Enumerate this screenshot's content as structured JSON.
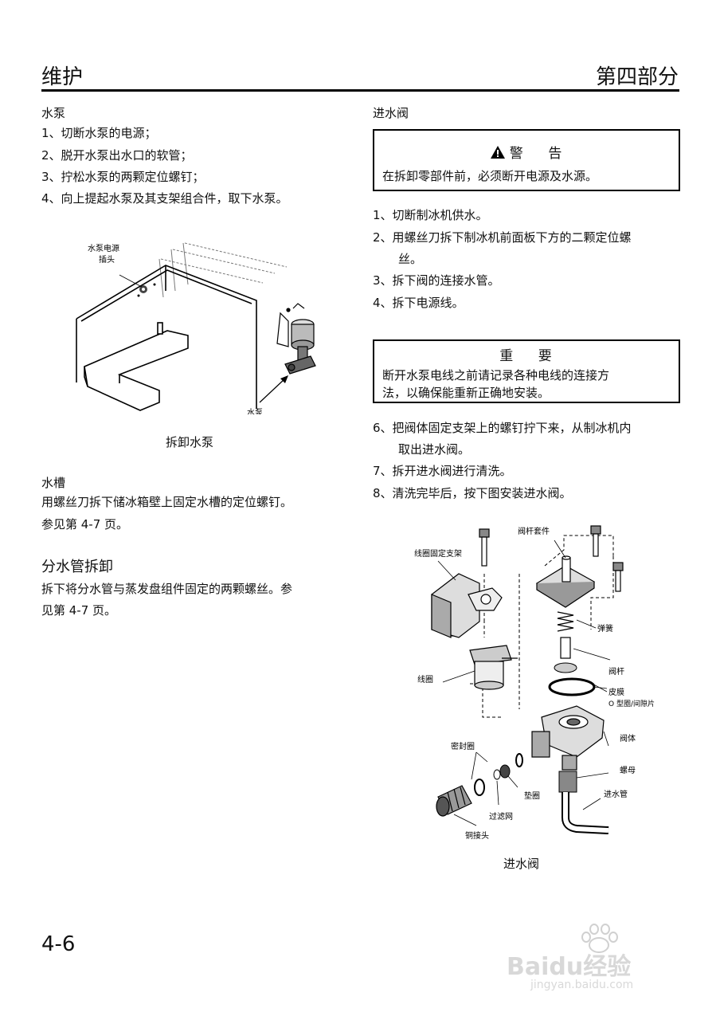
{
  "header": {
    "left_title": "维护",
    "right_title": "第四部分"
  },
  "left": {
    "pump_heading": "水泵",
    "pump_steps": [
      "1、切断水泵的电源；",
      "2、脱开水泵出水口的软管；",
      "3、拧松水泵的两颗定位螺钉；",
      "4、向上提起水泵及其支架组合件，取下水泵。"
    ],
    "pump_figure": {
      "label_socket_l1": "水泵电源",
      "label_socket_l2": "插头",
      "label_pump": "水泵",
      "caption": "拆卸水泵"
    },
    "trough_heading": "水槽",
    "trough_text_l1": "用螺丝刀拆下储冰箱壁上固定水槽的定位螺钉。",
    "trough_text_l2": "参见第 4-7 页。",
    "distributor_heading": "分水管拆卸",
    "distributor_text_l1": "拆下将分水管与蒸发盘组件固定的两颗螺丝。参",
    "distributor_text_l2": "见第 4-7 页。"
  },
  "right": {
    "valve_heading": "进水阀",
    "warning": {
      "icon": "warning-triangle-icon",
      "title": "警    告",
      "text": "在拆卸零部件前，必须断开电源及水源。"
    },
    "steps_a": [
      "1、切断制冰机供水。",
      "2、用螺丝刀拆下制冰机前面板下方的二颗定位螺",
      "丝。",
      "3、拆下阀的连接水管。",
      "4、拆下电源线。"
    ],
    "important": {
      "title": "重    要",
      "text_l1": "断开水泵电线之前请记录各种电线的连接方",
      "text_l2": "法，以确保能重新正确地安装。"
    },
    "steps_b": [
      "6、把阀体固定支架上的螺钉拧下来，从制冰机内",
      "取出进水阀。",
      "7、拆开进水阀进行清洗。",
      "8、清洗完毕后，按下图安装进水阀。"
    ],
    "valve_figure": {
      "labels": {
        "valve_stem_kit": "阀杆套件",
        "coil_bracket": "线圈固定支架",
        "spring": "弹簧",
        "valve_stem": "阀杆",
        "coil": "线圈",
        "diaphragm": "皮膜",
        "oring": "O 型圈/间隙片",
        "valve_body": "阀体",
        "seal_ring": "密封圈",
        "nut": "螺母",
        "gasket": "垫圈",
        "inlet_pipe": "进水管",
        "filter": "过滤网",
        "copper_fitting": "铜接头"
      },
      "caption": "进水阀"
    }
  },
  "footer": {
    "page_number": "4-6",
    "watermark_text": "Baidu经验",
    "watermark_url": "jingyan.baidu.com"
  }
}
